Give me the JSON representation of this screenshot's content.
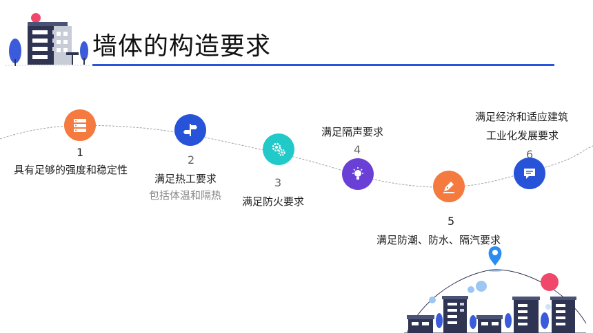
{
  "title": "墙体的构造要求",
  "items": [
    {
      "num": "1",
      "label": "具有足够的强度和稳定性",
      "color": "#f47a3f",
      "icon": "server-icon"
    },
    {
      "num": "2",
      "label": "满足热工要求",
      "sub": "包括体温和隔热",
      "color": "#2753d9",
      "icon": "signpost-icon"
    },
    {
      "num": "3",
      "label": "满足防火要求",
      "color": "#22c9c9",
      "icon": "gears-icon"
    },
    {
      "num": "4",
      "label": "满足隔声要求",
      "color": "#6a3fd6",
      "icon": "lightbulb-icon"
    },
    {
      "num": "5",
      "label": "满足防潮、防水、隔汽要求",
      "color": "#f47a3f",
      "icon": "pen-icon"
    },
    {
      "num": "6",
      "label_line1": "满足经济和适应建筑",
      "label_line2": "工业化发展要求",
      "color": "#2753d9",
      "icon": "chat-icon"
    }
  ],
  "colors": {
    "accent": "#2a55d9",
    "building": "#2e3452",
    "pink": "#f0486a",
    "tree": "#3b5bdb"
  }
}
